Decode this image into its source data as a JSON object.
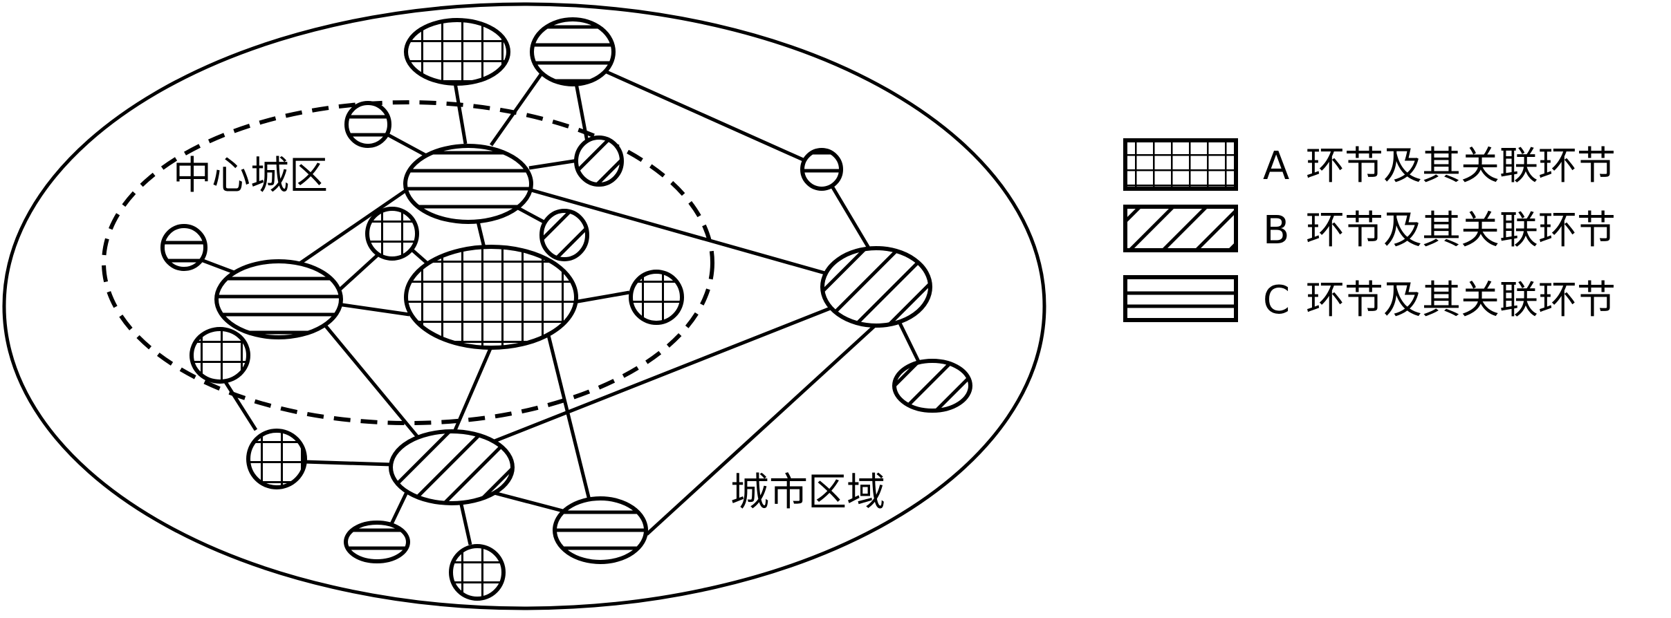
{
  "labels": {
    "center_area": "中心城区",
    "city_area": "城市区域"
  },
  "legend": [
    {
      "pattern": "grid",
      "letter": "A",
      "text": "环节及其关联环节"
    },
    {
      "pattern": "diagonal",
      "letter": "B",
      "text": "环节及其关联环节"
    },
    {
      "pattern": "horizontal",
      "letter": "C",
      "text": "环节及其关联环节"
    }
  ],
  "colors": {
    "stroke": "#000000",
    "fill": "#ffffff"
  }
}
